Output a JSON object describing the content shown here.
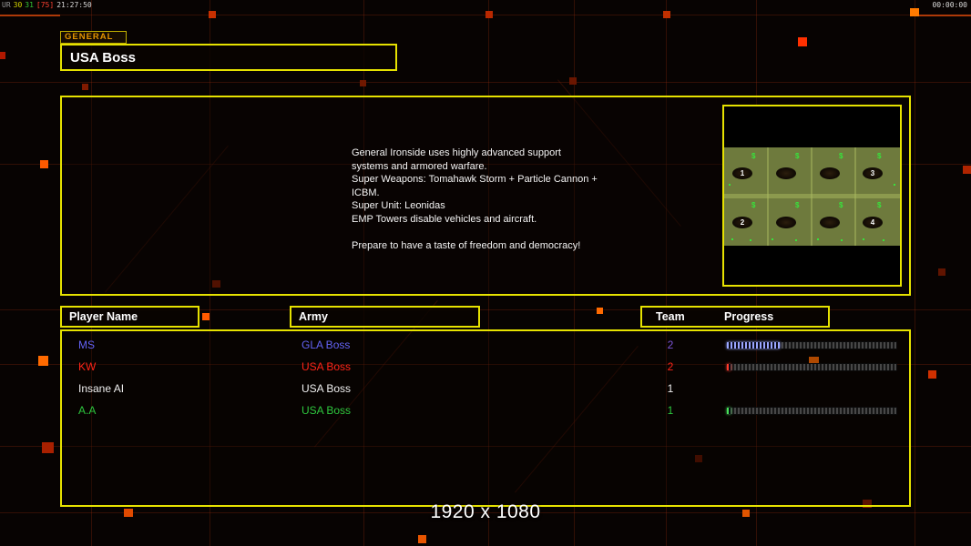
{
  "hud": {
    "debug_left": {
      "p1": "UR",
      "p2": "30",
      "p3": "31",
      "p4": "[75]",
      "p5": "21:27:50"
    },
    "timer": "00:00:00"
  },
  "header": {
    "tab_label": "GENERAL",
    "title": "USA Boss"
  },
  "briefing": {
    "text": "General Ironside uses highly advanced support\n systems and armored warfare.\nSuper Weapons: Tomahawk Storm + Particle Cannon +\n ICBM.\nSuper Unit: Leonidas\nEMP Towers disable vehicles and aircraft.\n\nPrepare to have a taste of freedom and democracy!"
  },
  "map_preview": {
    "start_positions": [
      "1",
      "2",
      "3",
      "4"
    ],
    "supply_marker": "$"
  },
  "players": {
    "headers": {
      "name": "Player Name",
      "army": "Army",
      "team": "Team",
      "progress": "Progress"
    },
    "rows": [
      {
        "name": "MS",
        "army": "GLA Boss",
        "team": "2",
        "color": "#6363f5",
        "team_color": "#7d55d8",
        "progress": 31,
        "progress_color": "#9aa6ff"
      },
      {
        "name": "KW",
        "army": "USA Boss",
        "team": "2",
        "color": "#ff2418",
        "team_color": "#ff2418",
        "progress": 2,
        "progress_color": "#ff3a2a"
      },
      {
        "name": "Insane AI",
        "army": "USA Boss",
        "team": "1",
        "color": "#f0f0f0",
        "team_color": "#f0f0f0",
        "progress": null,
        "progress_color": null
      },
      {
        "name": "A.A",
        "army": "USA Boss",
        "team": "1",
        "color": "#2ec83e",
        "team_color": "#2ec83e",
        "progress": 2,
        "progress_color": "#48e058"
      }
    ]
  },
  "footer": {
    "resolution_label": "1920 x 1080"
  },
  "colors": {
    "frame_yellow": "#e6e200",
    "accent_orange": "#ff6a00"
  }
}
